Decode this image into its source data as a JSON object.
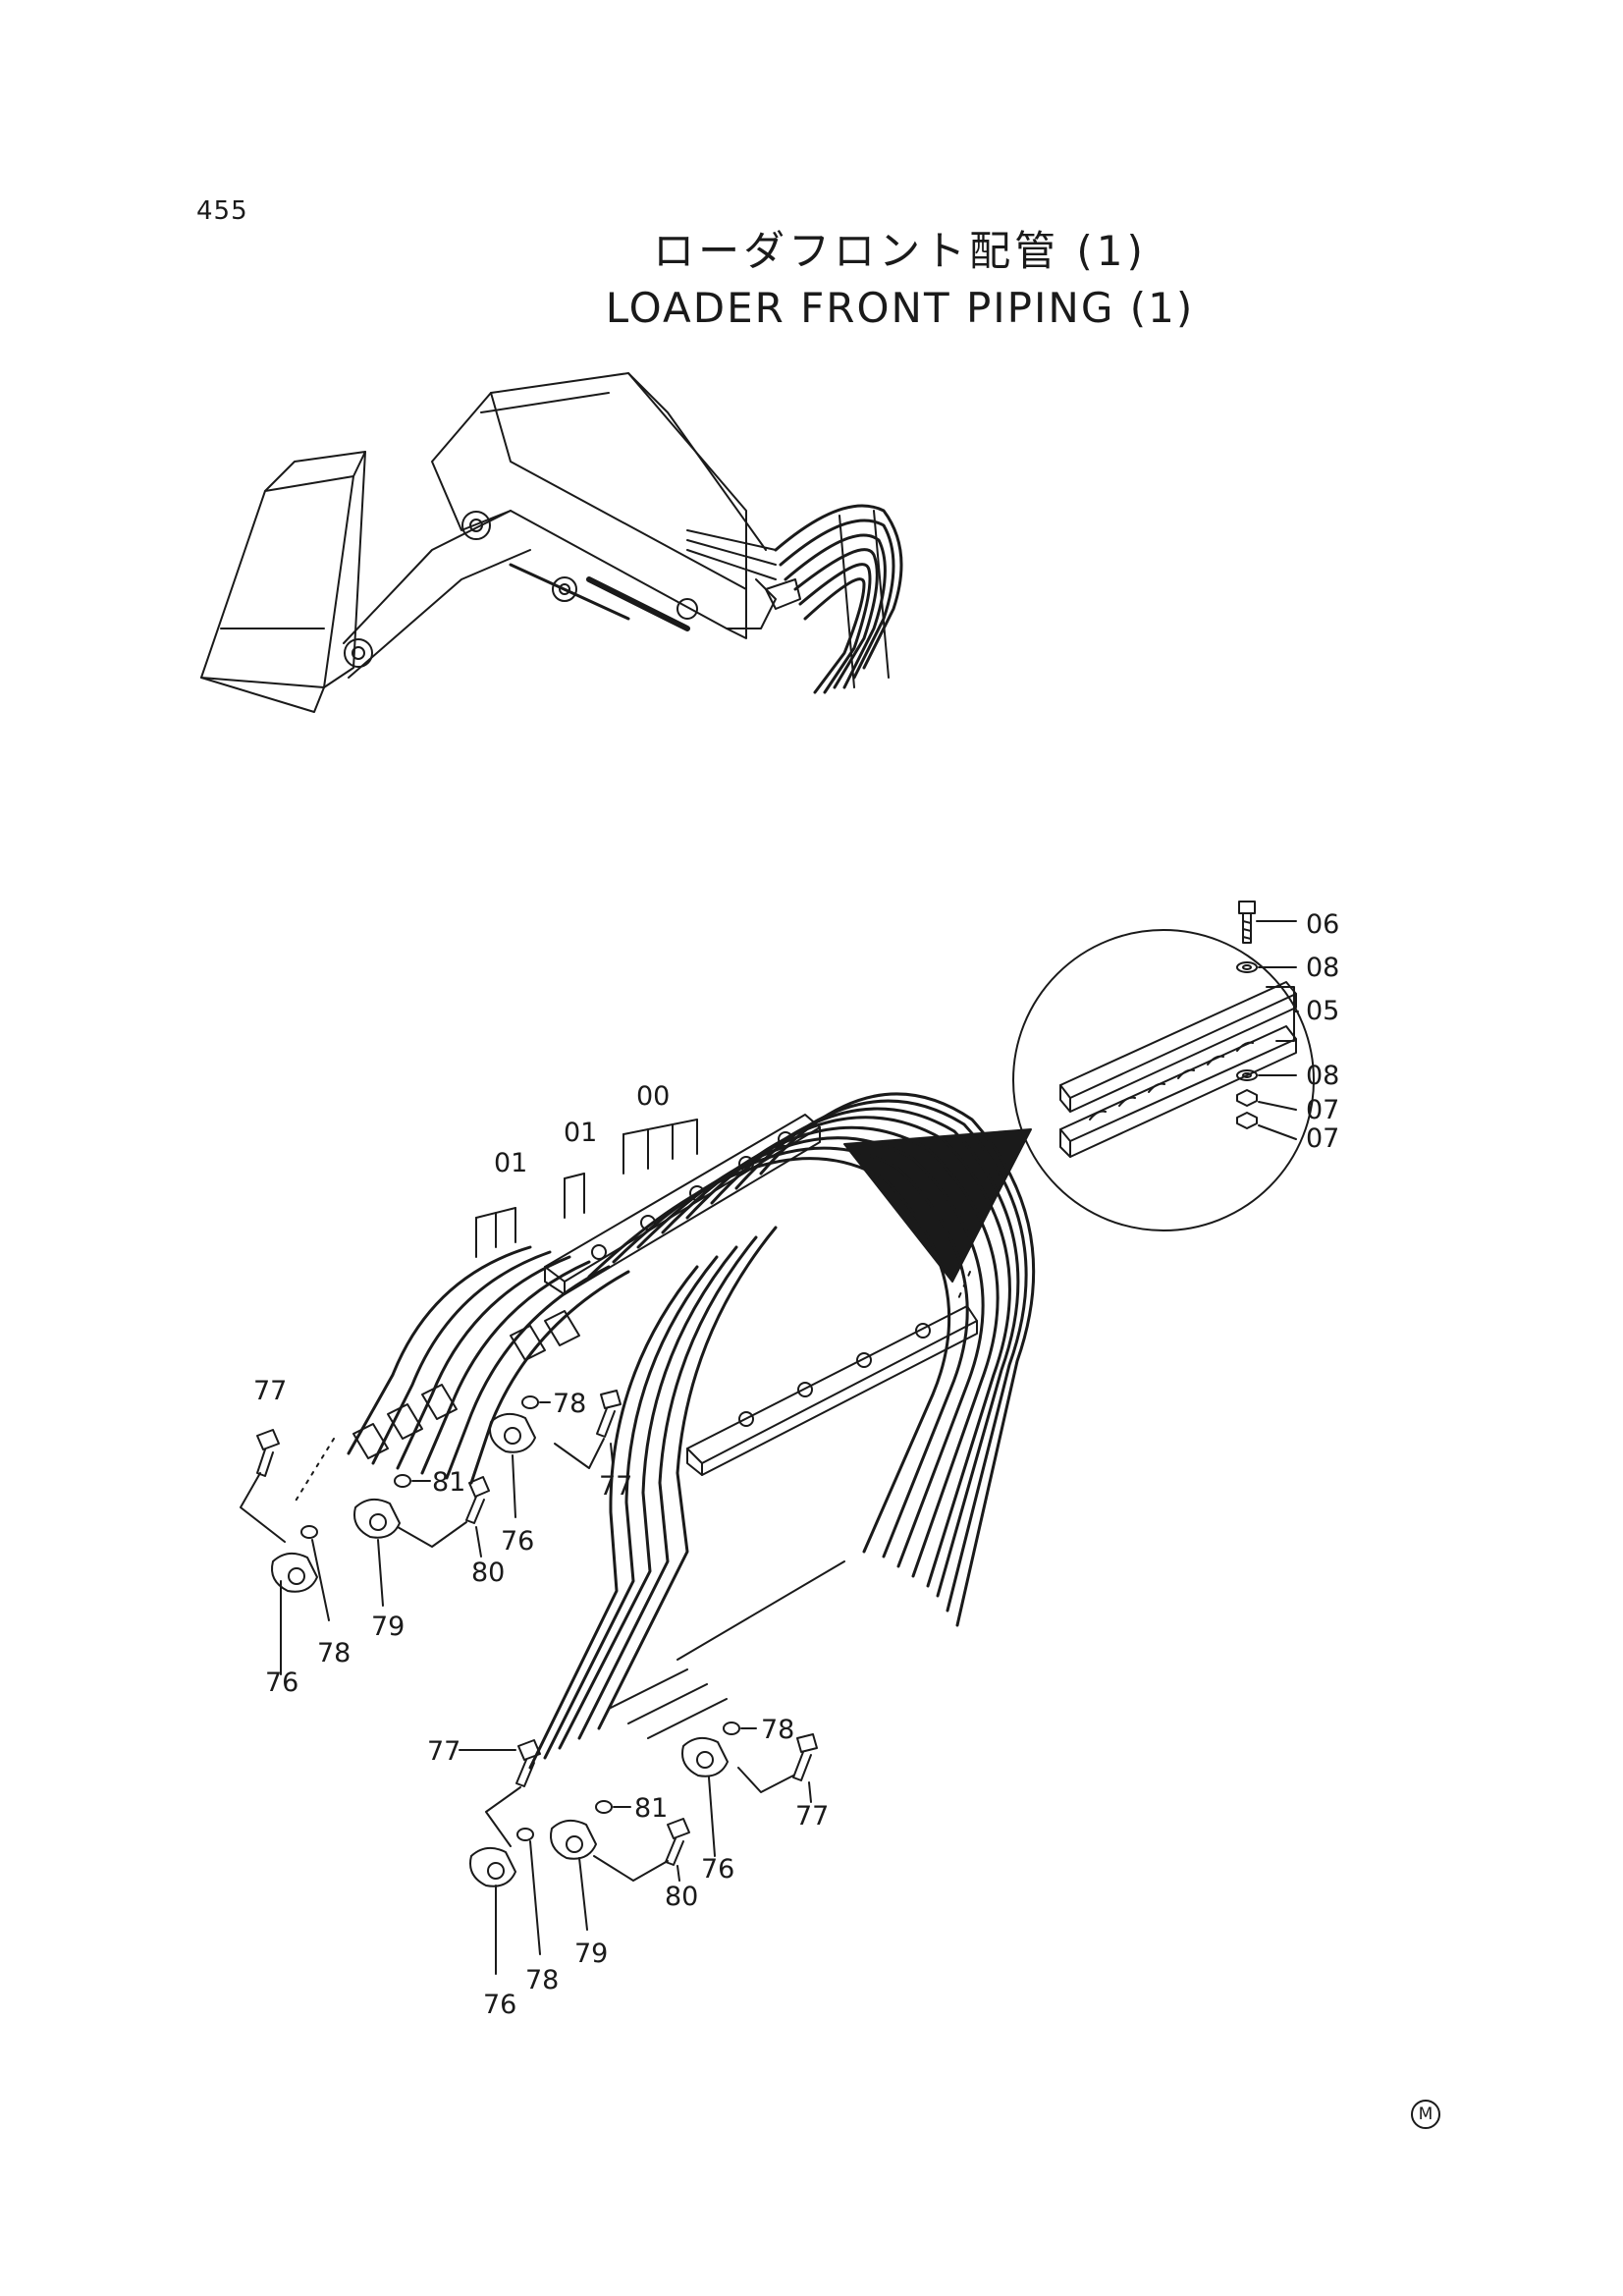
{
  "page_number": "455",
  "title_japanese": "ローダフロント配管 (1)",
  "title_english": "LOADER FRONT PIPING (1)",
  "manufacturer_mark": "M",
  "part_labels": {
    "p00": "00",
    "p01a": "01",
    "p01b": "01",
    "p05": "05",
    "p06": "06",
    "p07a": "07",
    "p07b": "07",
    "p08a": "08",
    "p08b": "08",
    "p76a": "76",
    "p76b": "76",
    "p76c": "76",
    "p76d": "76",
    "p77a": "77",
    "p77b": "77",
    "p77c": "77",
    "p77d": "77",
    "p78a": "78",
    "p78b": "78",
    "p78c": "78",
    "p78d": "78",
    "p79a": "79",
    "p79b": "79",
    "p80a": "80",
    "p80b": "80",
    "p81a": "81",
    "p81b": "81"
  }
}
